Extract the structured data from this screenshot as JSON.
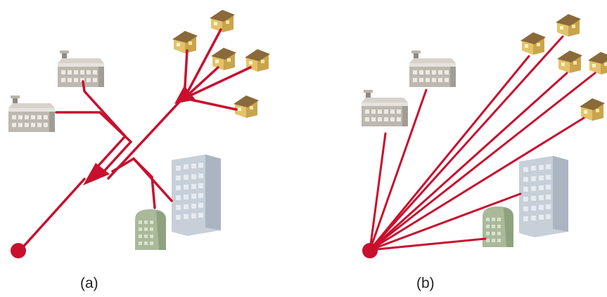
{
  "diagram": {
    "panels": [
      {
        "id": "a",
        "label": "(a)"
      },
      {
        "id": "b",
        "label": "(b)"
      }
    ],
    "colors": {
      "line": "#c8102e",
      "factory": "#a8a49c",
      "house": "#e0c46c",
      "office": "#c4ccd6",
      "small_building": "#a9b99a"
    }
  }
}
